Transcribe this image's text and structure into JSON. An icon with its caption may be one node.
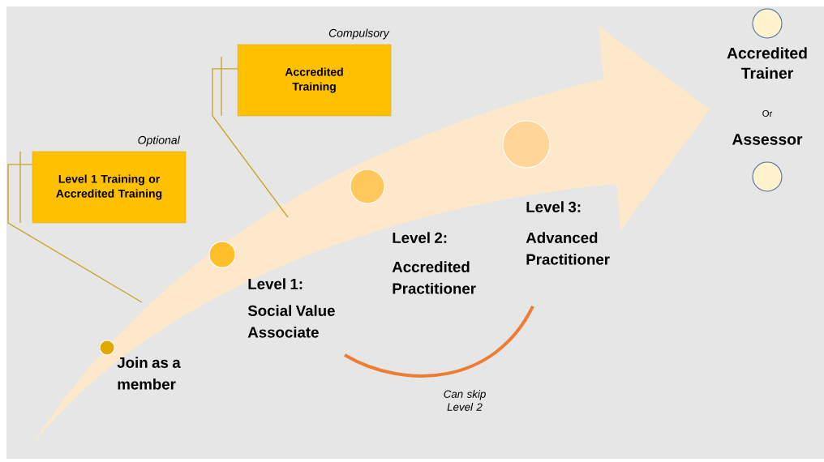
{
  "diagram": {
    "nodes": [
      {
        "text": [
          "Level 1 Training or Accredited Training"
        ],
        "beside": [
          "Optional"
        ]
      },
      {
        "text": [
          "Accredited Training"
        ],
        "beside": [
          "Compulsory"
        ]
      },
      {
        "text": [],
        "shape": "arrow"
      },
      {
        "text": [],
        "shape": "circle",
        "in": 2,
        "beside": [
          "Join as a member"
        ]
      },
      {
        "text": [],
        "shape": "circle",
        "in": 2,
        "beside": [
          "Level 1:",
          "Social Value Associate"
        ]
      },
      {
        "text": [],
        "shape": "circle",
        "in": 2,
        "beside": [
          "Level 2:",
          "Accredited Practitioner"
        ]
      },
      {
        "text": [],
        "shape": "circle",
        "in": 2,
        "beside": [
          "Level 3:",
          "Advanced Practitioner"
        ]
      },
      {
        "text": [],
        "shape": "circle",
        "beside": [
          "Accredited Trainer"
        ]
      },
      {
        "text": [],
        "shape": "circle",
        "beside": [
          "Assessor"
        ]
      }
    ],
    "edges": [
      {
        "from": 0,
        "to": 2,
        "arrow": "none"
      },
      {
        "from": 1,
        "to": 2,
        "arrow": "none"
      }
    ],
    "labels": [
      "Or",
      "Can skip Level 2"
    ]
  }
}
